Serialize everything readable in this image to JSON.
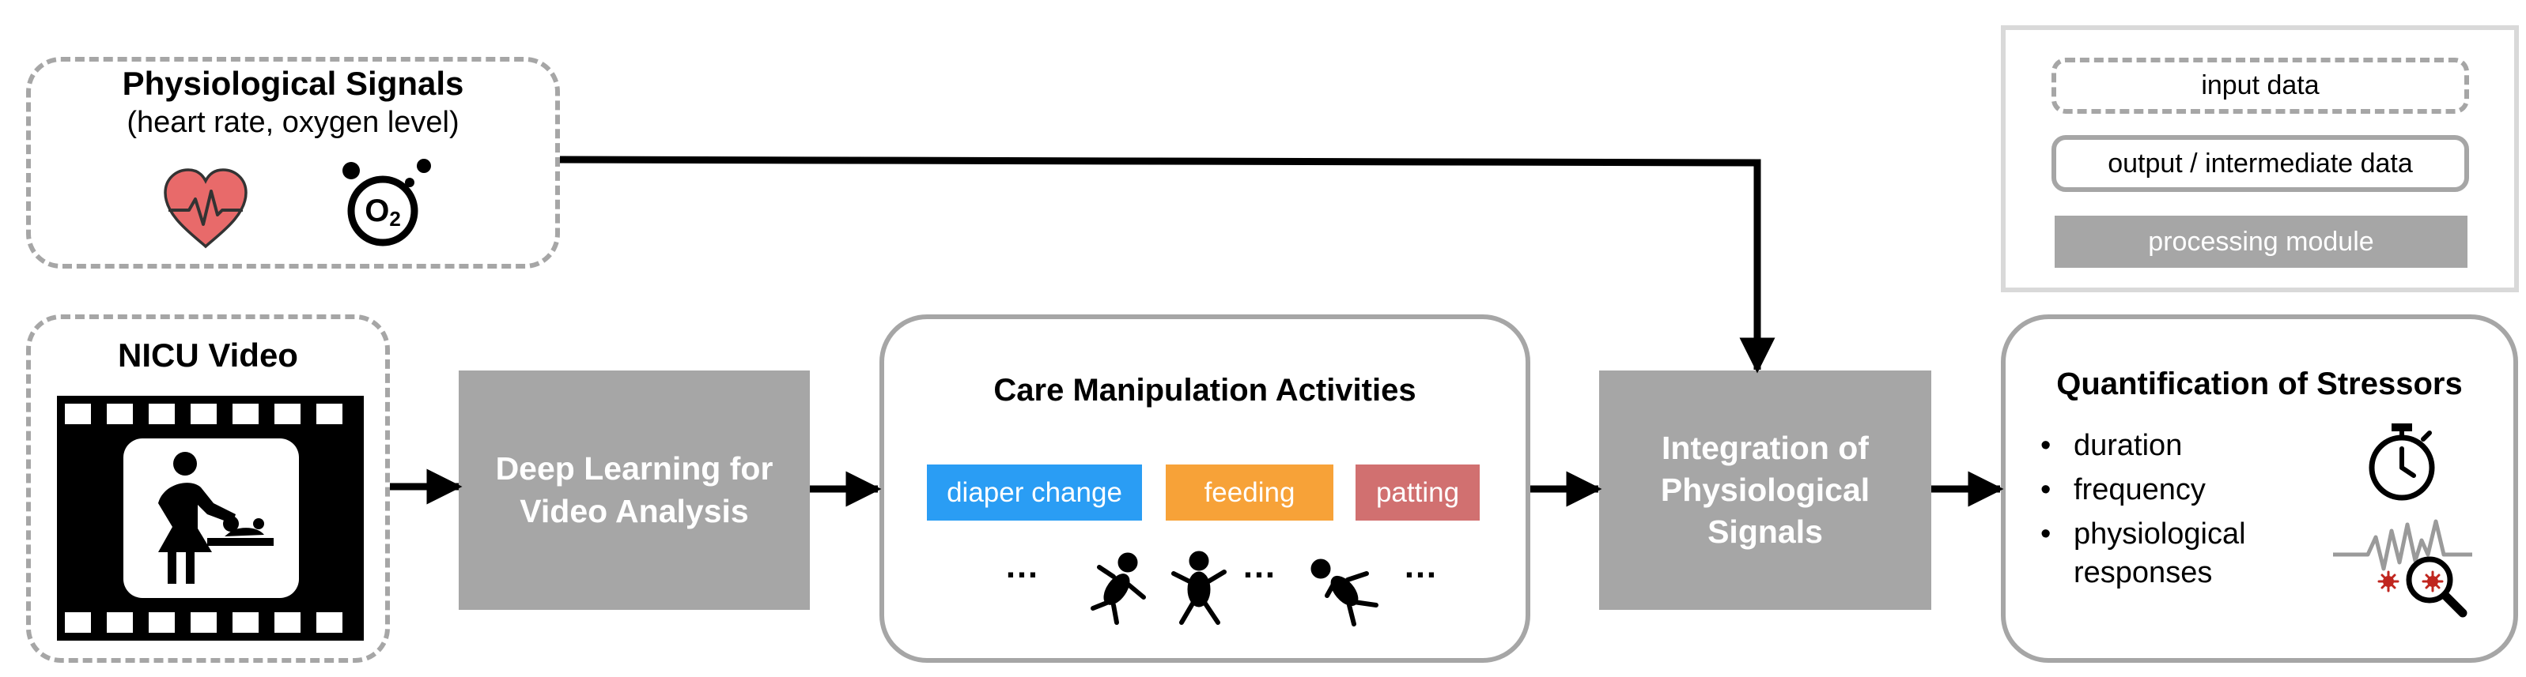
{
  "physio": {
    "title": "Physiological Signals",
    "subtitle": "(heart rate, oxygen level)",
    "icons": [
      "heart-rate-icon",
      "oxygen-icon"
    ],
    "oxygen_symbol": "O2"
  },
  "video": {
    "title": "NICU Video",
    "icon": "film-strip-icon"
  },
  "deep_learning": {
    "label": "Deep Learning for Video Analysis"
  },
  "care": {
    "title": "Care Manipulation Activities",
    "activities": [
      {
        "label": "diaper change",
        "color": "#2a9df4"
      },
      {
        "label": "feeding",
        "color": "#f7a238"
      },
      {
        "label": "patting",
        "color": "#d17070"
      }
    ],
    "ellipsis": "…"
  },
  "integration": {
    "label": "Integration of Physiological Signals"
  },
  "stressors": {
    "title": "Quantification of Stressors",
    "bullets": [
      "duration",
      "frequency",
      "physiological responses"
    ],
    "icons": [
      "stopwatch-icon",
      "signal-magnifier-icon"
    ]
  },
  "legend": {
    "input": "input data",
    "output": "output / intermediate data",
    "module": "processing module"
  },
  "colors": {
    "border": "#a6a6a6",
    "module": "#a6a6a6",
    "heart": "#e86a6a",
    "arrow": "#000000"
  }
}
